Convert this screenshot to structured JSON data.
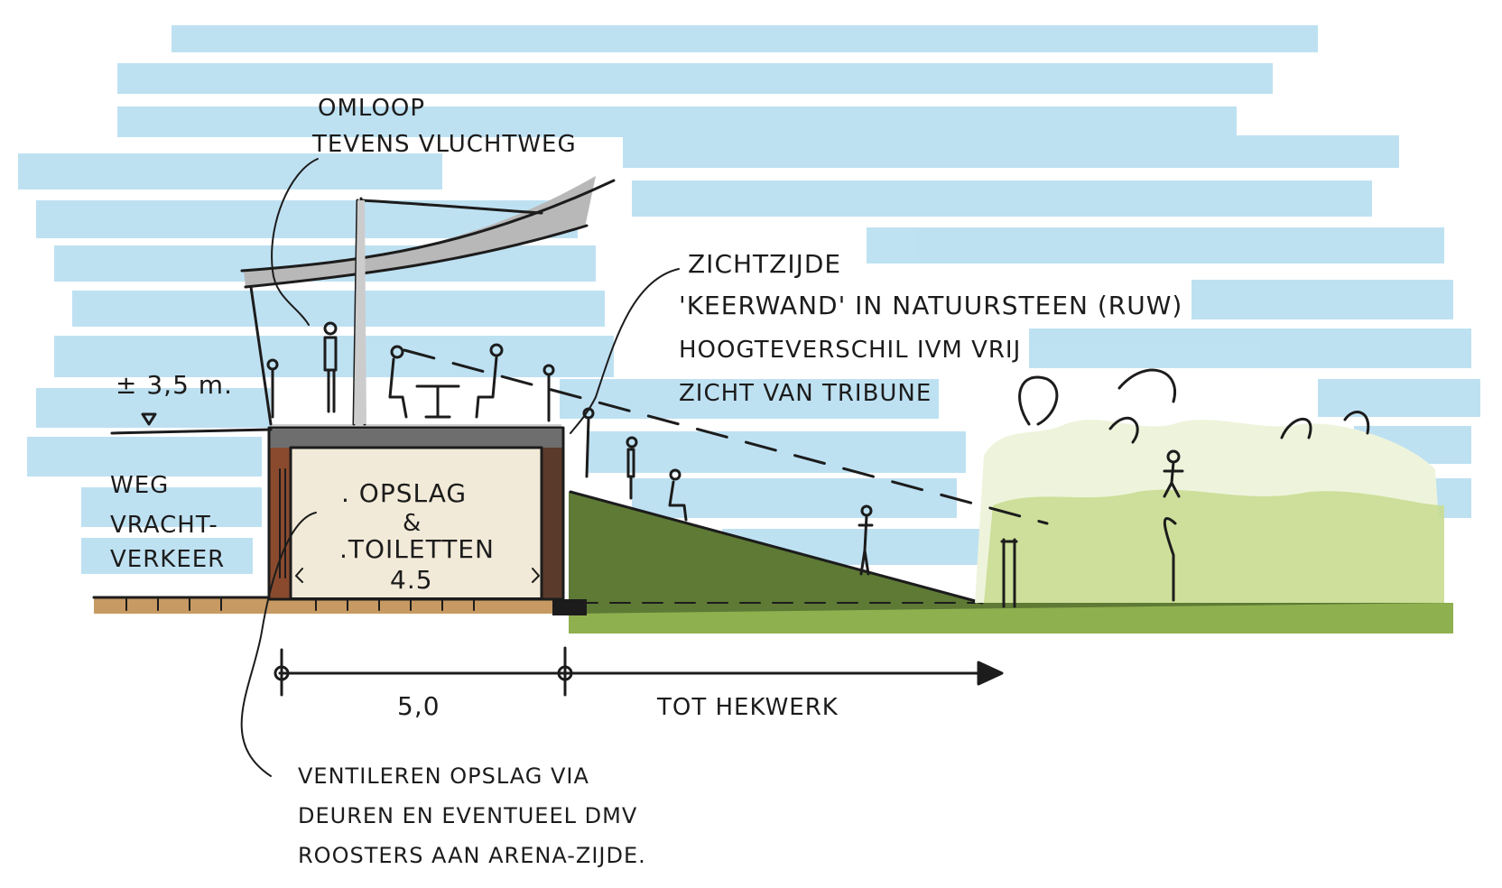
{
  "labels": {
    "omloop_line1": "OMLOOP",
    "omloop_line2": "TEVENS VLUCHTWEG",
    "zicht_line1": "ZICHTZIJDE",
    "zicht_line2": "'KEERWAND' IN NATUURSTEEN (RUW)",
    "zicht_line3": "HOOGTEVERSCHIL IVM VRIJ",
    "zicht_line4": "ZICHT VAN TRIBUNE",
    "level": "± 3,5 m.",
    "weg_line1": "WEG",
    "weg_line2": "VRACHT-",
    "weg_line3": "VERKEER",
    "opslag_line1": ". OPSLAG",
    "opslag_line2": "&",
    "opslag_line3": ".TOILETTEN",
    "opslag_line4": "4.5",
    "dim_width": "5,0",
    "dim_to": "TOT HEKWERK",
    "vent_line1": "VENTILEREN OPSLAG VIA",
    "vent_line2": "DEUREN EN EVENTUEEL DMV",
    "vent_line3": "ROOSTERS AAN ARENA-ZIJDE."
  },
  "colors": {
    "sky": "#9fd3ea",
    "ink": "#1c1c1c",
    "slope_green": "#5e7a35",
    "light_green": "#b9d27a",
    "ground_brown": "#c79a63",
    "wall_brown": "#8a4a2e",
    "storage_fill": "#f2ead8",
    "canopy_grey": "#b8b8b8",
    "slab_grey": "#6e6e6e"
  }
}
